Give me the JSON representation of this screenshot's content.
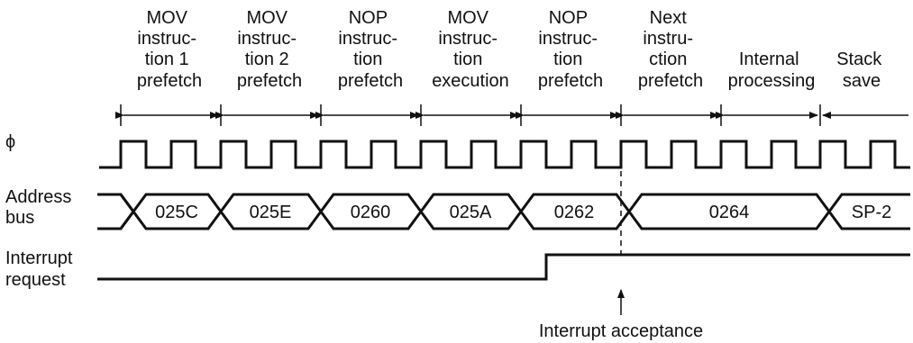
{
  "phases": [
    [
      "MOV",
      "instruc-",
      "tion 1",
      "prefetch"
    ],
    [
      "MOV",
      "instruc-",
      "tion 2",
      "prefetch"
    ],
    [
      "NOP",
      "instruc-",
      "tion",
      "prefetch"
    ],
    [
      "MOV",
      "instruc-",
      "tion",
      "execution"
    ],
    [
      "NOP",
      "instruc-",
      "tion",
      "prefetch"
    ],
    [
      "Next",
      "instru-",
      "ction",
      "prefetch"
    ],
    [
      "Internal",
      "processing"
    ],
    [
      "Stack",
      "save"
    ]
  ],
  "signals": {
    "clock": "ϕ",
    "address_bus": [
      "Address",
      "bus"
    ],
    "interrupt_request": [
      "Interrupt",
      "request"
    ]
  },
  "address_values": [
    "025C",
    "025E",
    "0260",
    "025A",
    "0262",
    "0264",
    "SP-2"
  ],
  "annotation": "Interrupt acceptance"
}
